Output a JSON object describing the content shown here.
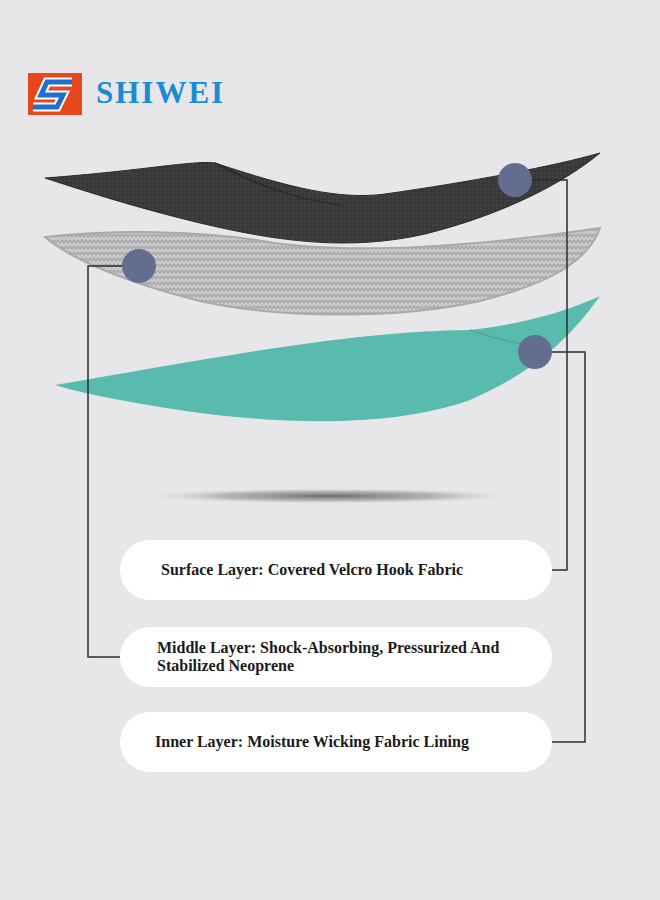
{
  "diagram": {
    "nodes": [
      {
        "text": [
          "Surface Layer: Covered Velcro Hook Fabric"
        ]
      },
      {
        "text": [
          "Middle Layer: Shock-Absorbing, Pressurized And Stabilized Neoprene"
        ]
      },
      {
        "text": [
          "Inner Layer: Moisture Wicking Fabric Lining"
        ]
      }
    ],
    "labels": [
      "SHIWEI"
    ]
  }
}
